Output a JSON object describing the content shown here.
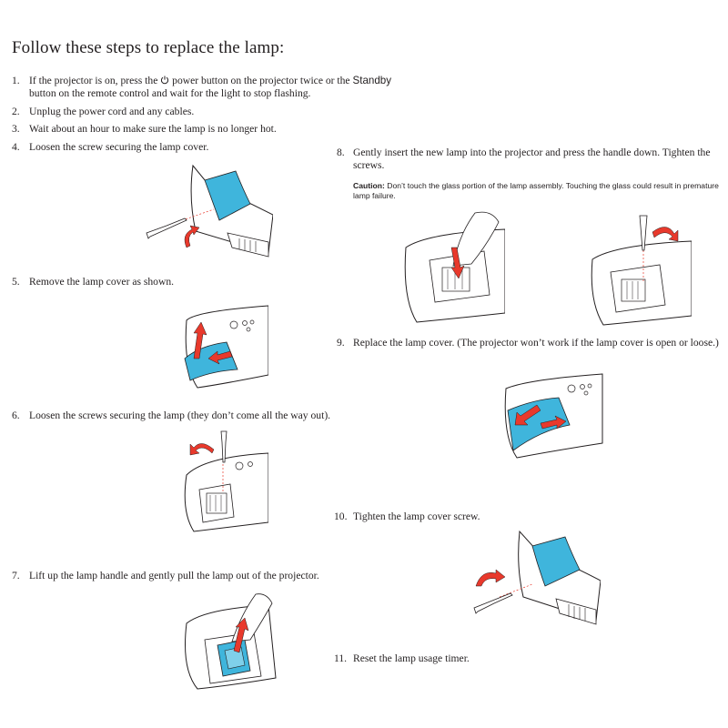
{
  "heading": "Follow these steps to replace the lamp:",
  "steps": [
    {
      "num": "1.",
      "text_a": "If the projector is on, press the",
      "text_b": "power button on the projector twice or the",
      "standby": "Standby",
      "text_c": "button on the remote control and wait for the light to stop flashing.",
      "icon": "power-icon"
    },
    {
      "num": "2.",
      "text": "Unplug the power cord and any cables."
    },
    {
      "num": "3.",
      "text": "Wait about an hour to make sure the lamp is no longer hot."
    },
    {
      "num": "4.",
      "text": "Loosen the screw securing the lamp cover."
    },
    {
      "num": "5.",
      "text": "Remove the lamp cover as shown."
    },
    {
      "num": "6.",
      "text": "Loosen the screws securing the lamp (they don’t come all the way out)."
    },
    {
      "num": "7.",
      "text": "Lift up the lamp handle and gently pull the lamp out of the projector."
    },
    {
      "num": "8.",
      "text": "Gently insert the new lamp into the projector and press the handle down. Tighten the screws."
    },
    {
      "num": "9.",
      "text": "Replace the lamp cover. (The projector won’t work if the lamp cover is open or loose.)"
    },
    {
      "num": "10.",
      "text": "Tighten the lamp cover screw."
    },
    {
      "num": "11.",
      "text": "Reset the lamp usage timer."
    }
  ],
  "caution": {
    "label": "Caution:",
    "text": "Don’t touch the glass portion of the lamp assembly. Touching the glass could result in premature lamp failure."
  },
  "colors": {
    "accent_blue": "#3fb5dc",
    "arrow_red": "#e8392c",
    "line": "#231f20",
    "guide_red": "#e8392c"
  }
}
